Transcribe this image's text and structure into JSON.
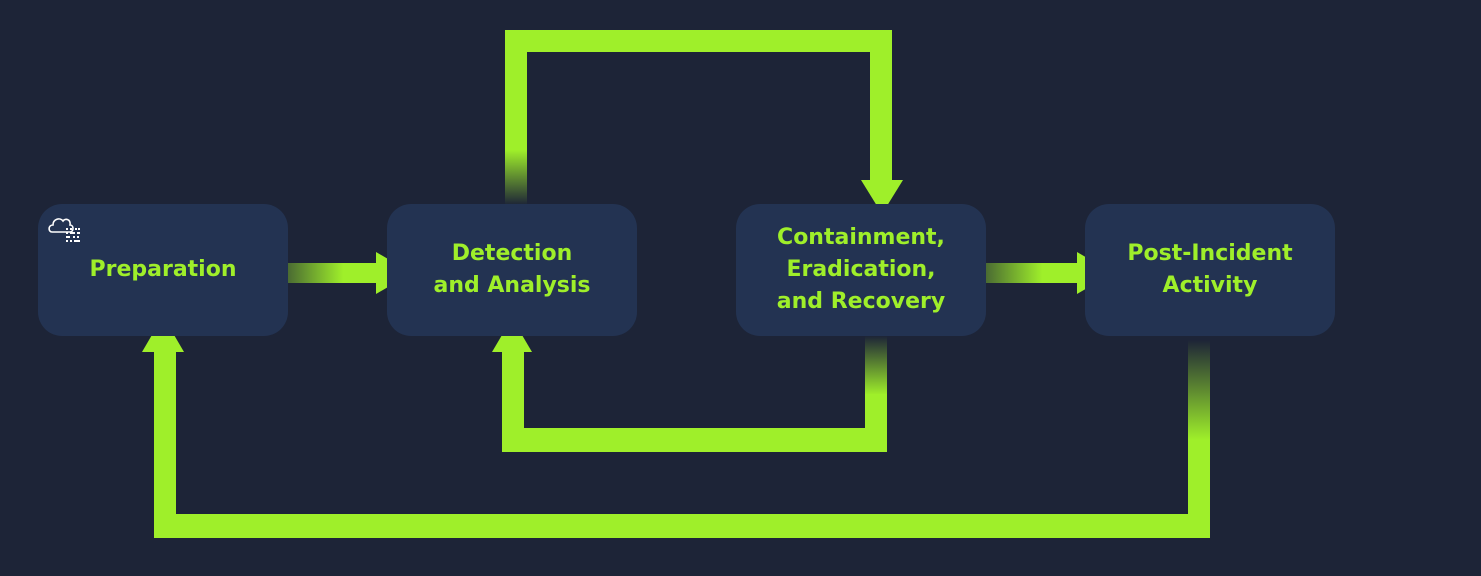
{
  "diagram": {
    "phases": [
      {
        "id": "preparation",
        "label": "Preparation"
      },
      {
        "id": "detection",
        "label": "Detection\nand Analysis"
      },
      {
        "id": "containment",
        "label": "Containment,\nEradication,\nand Recovery"
      },
      {
        "id": "post-incident",
        "label": "Post-Incident\nActivity"
      }
    ],
    "colors": {
      "background": "#1d2437",
      "box": "#233352",
      "accent": "#9fef2a"
    },
    "icons": [
      "cloud-binary-logo-icon"
    ]
  }
}
